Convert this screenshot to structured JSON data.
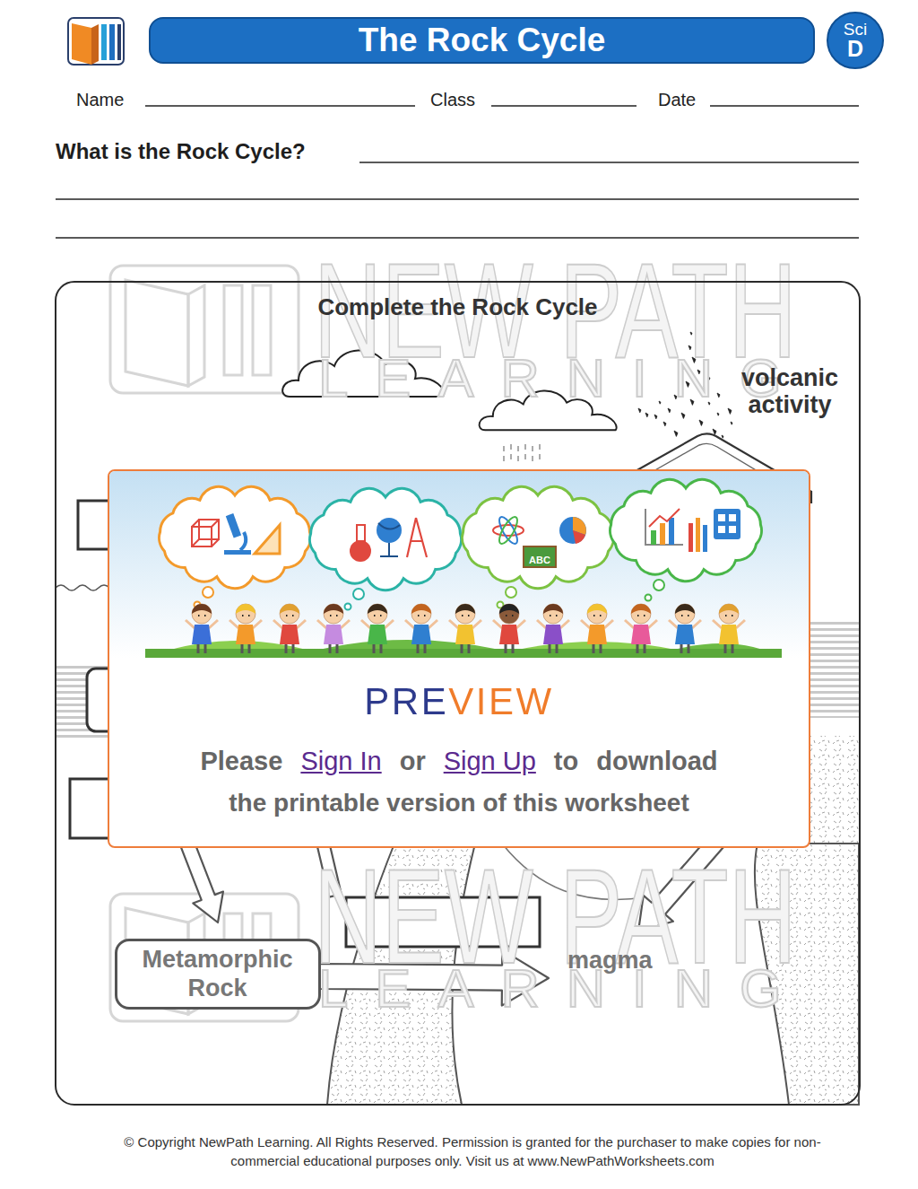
{
  "diagram": {
    "title": "The Rock Cycle",
    "nodes": [
      {
        "text": [
          "Sci",
          "D"
        ]
      },
      {
        "text": [
          "Complete the Rock Cycle"
        ]
      },
      {
        "text": [
          "PREVIEW",
          "Please",
          "Sign In",
          "or",
          "Sign Up",
          "to",
          "download",
          "the printable version of this worksheet"
        ]
      },
      {
        "text": [
          "Metamorphic Rock"
        ],
        "in": 1
      }
    ],
    "labels": [
      "Name",
      "Class",
      "Date",
      "What is the Rock Cycle?",
      "NEW PATH",
      "LEARNING",
      "volcanic activity",
      "ABC",
      "magma",
      "NEW PATH",
      "LEARNING",
      "© Copyright NewPath Learning. All Rights Reserved. Permission is granted for the purchaser to make copies for non-commercial educational purposes only. Visit us at www.NewPathWorksheets.com"
    ]
  }
}
